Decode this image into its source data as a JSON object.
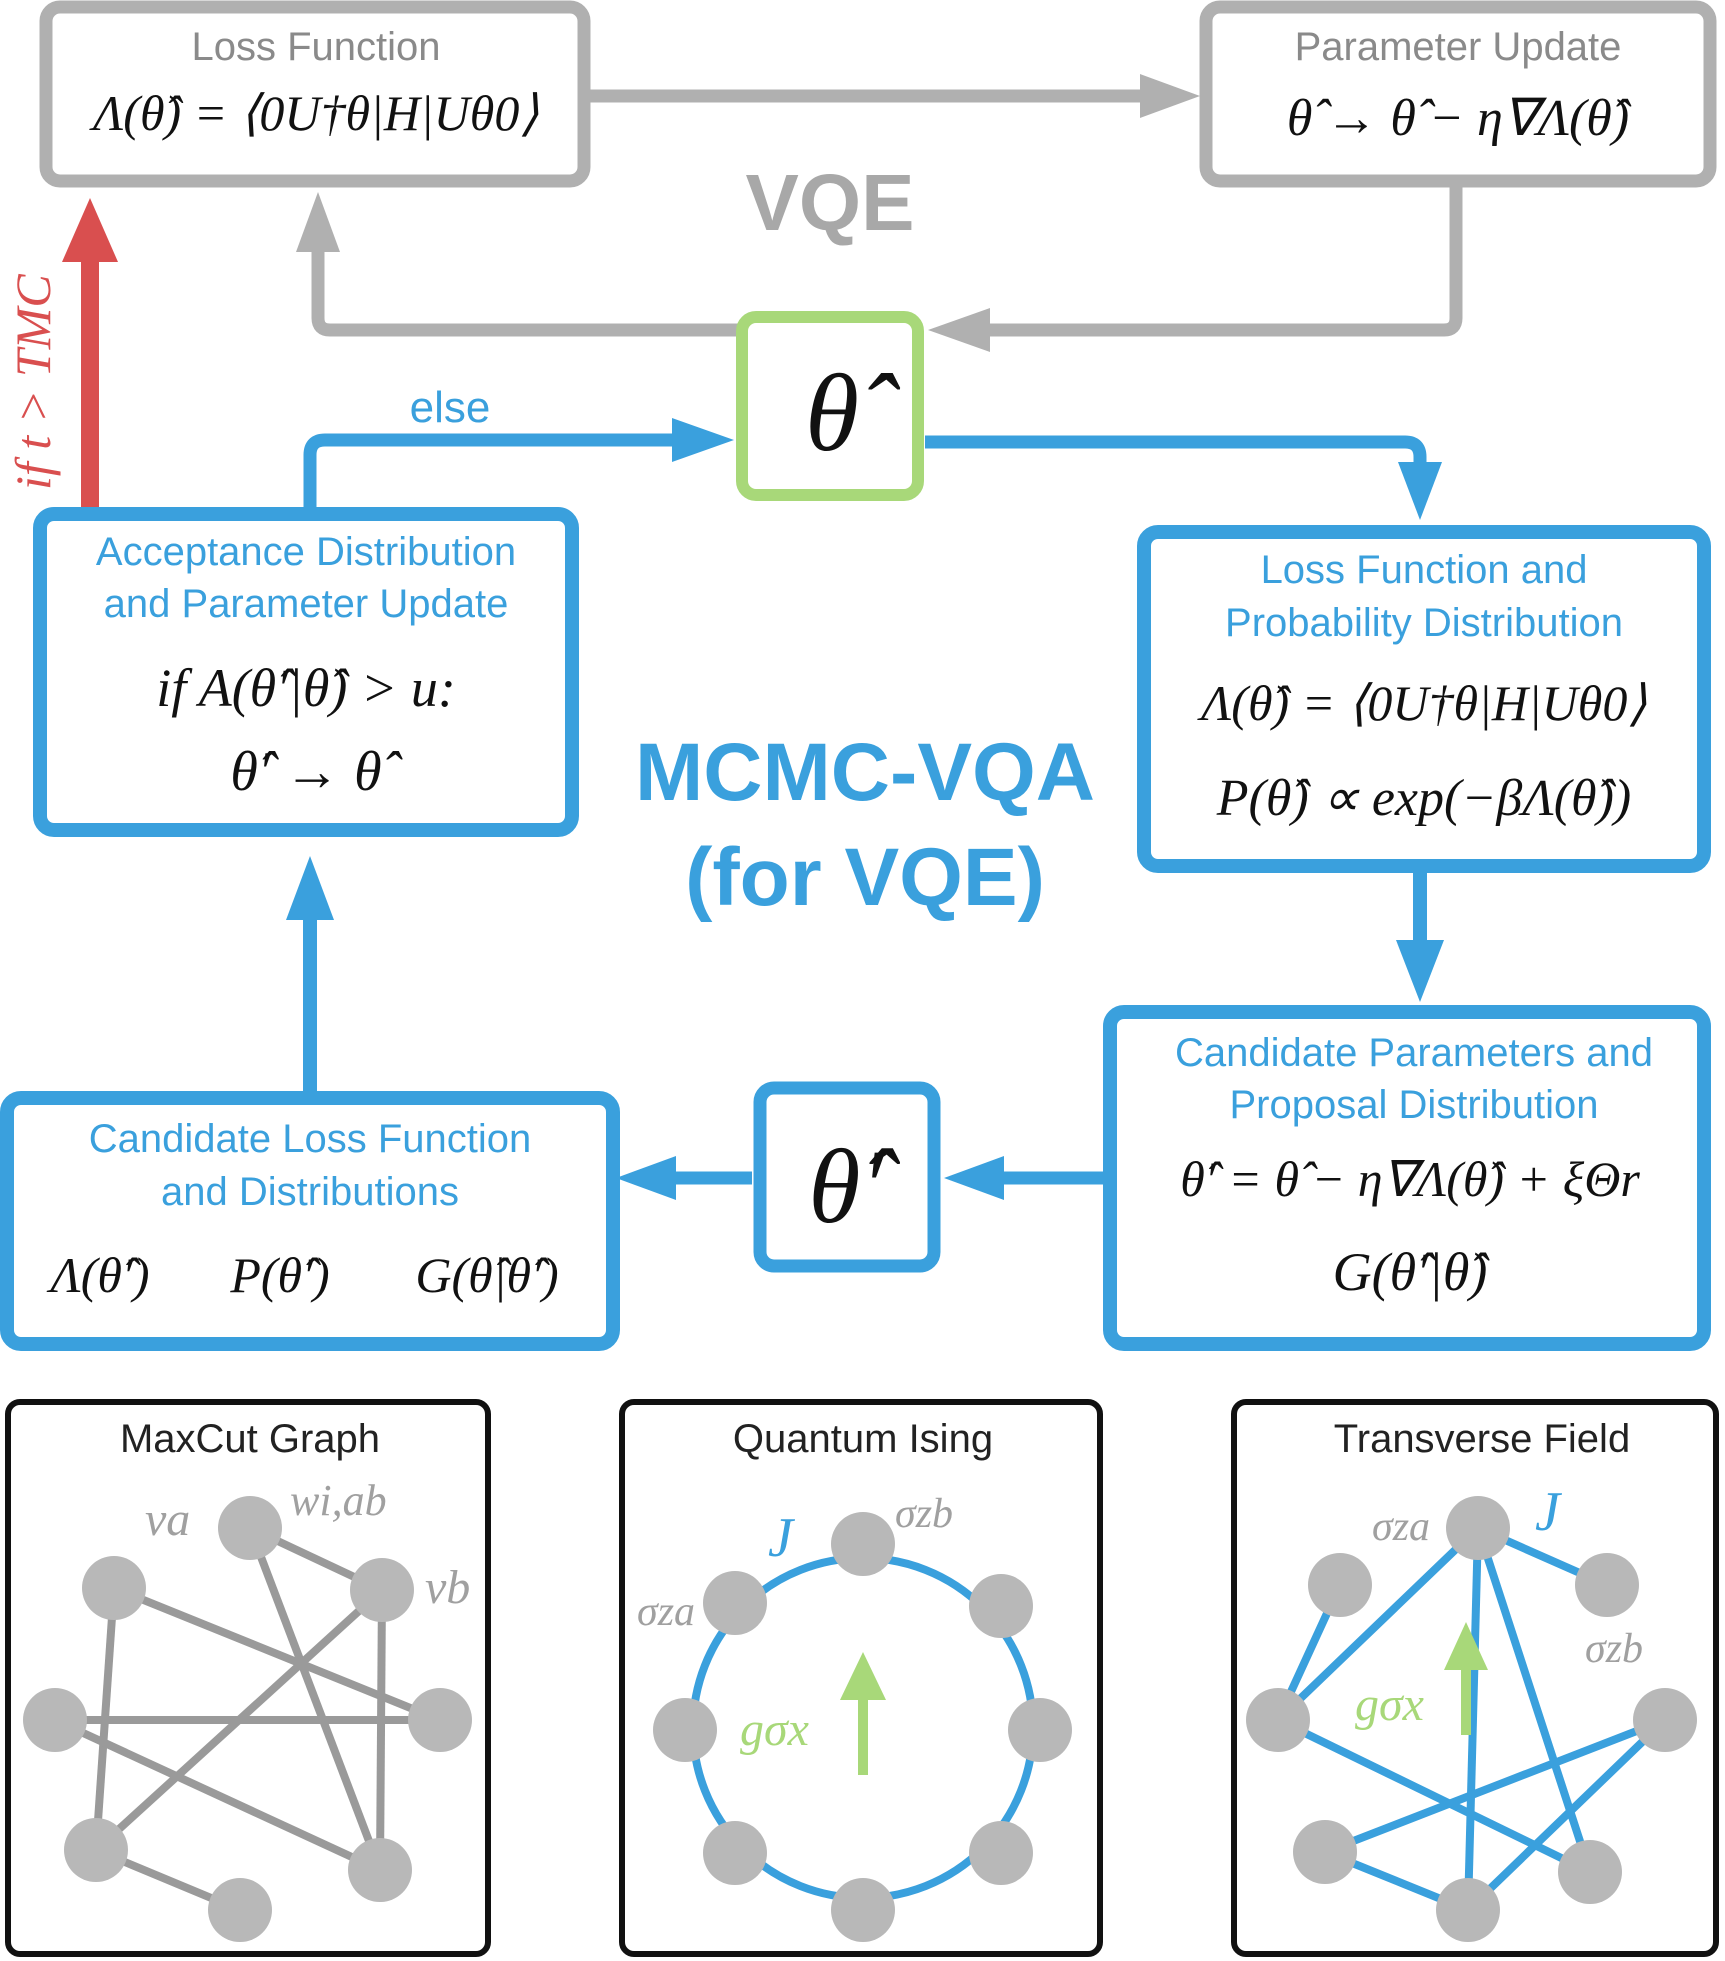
{
  "colors": {
    "gray": "#b0b0b0",
    "gray_text": "#8a8a8a",
    "blue": "#3aa0dd",
    "green": "#a8d879",
    "red": "#d94f4f",
    "black": "#1a1a1a",
    "node": "#b8b8b8"
  },
  "vqe": {
    "label": "VQE",
    "loss_box": {
      "title": "Loss Function",
      "formula": "Λ(θ̂) = ⟨0U†θ|H|Uθ0⟩"
    },
    "update_box": {
      "title": "Parameter Update",
      "formula": "θ̂ → θ̂ − η∇Λ(θ̂)"
    }
  },
  "theta_box": {
    "symbol": "θ̂"
  },
  "theta_prime_box": {
    "symbol": "θ̂′"
  },
  "else_label": "else",
  "condition_label": "if  t > TMC",
  "center_title": {
    "line1": "MCMC-VQA",
    "line2": "(for VQE)"
  },
  "acceptance_box": {
    "title_line1": "Acceptance Distribution",
    "title_line2": "and Parameter Update",
    "formula_line1": "if A(θ̂′|θ̂) > u:",
    "formula_line2": "θ̂′ → θ̂"
  },
  "loss_prob_box": {
    "title_line1": "Loss Function and",
    "title_line2": "Probability Distribution",
    "formula_line1": "Λ(θ̂) = ⟨0U†θ|H|Uθ0⟩",
    "formula_line2": "P(θ̂) ∝ exp(−βΛ(θ̂))"
  },
  "candidate_params_box": {
    "title_line1": "Candidate Parameters and",
    "title_line2": "Proposal Distribution",
    "formula_line1": "θ̂′ = θ̂ − η∇Λ(θ̂) + ξΘr",
    "formula_line2": "G(θ̂′|θ̂)"
  },
  "candidate_loss_box": {
    "title_line1": "Candidate Loss Function",
    "title_line2": "and Distributions",
    "formula_1": "Λ(θ̂′)",
    "formula_2": "P(θ̂′)",
    "formula_3": "G(θ̂|θ̂′)"
  },
  "panels": {
    "maxcut": {
      "title": "MaxCut Graph",
      "label_va": "va",
      "label_w": "wi,ab",
      "label_vb": "vb"
    },
    "ising": {
      "title": "Quantum Ising",
      "label_J": "J",
      "label_sa": "σza",
      "label_sb": "σzb",
      "label_g": "gσx"
    },
    "transverse": {
      "title": "Transverse Field",
      "label_J": "J",
      "label_sa": "σza",
      "label_sb": "σzb",
      "label_g": "gσx"
    }
  }
}
